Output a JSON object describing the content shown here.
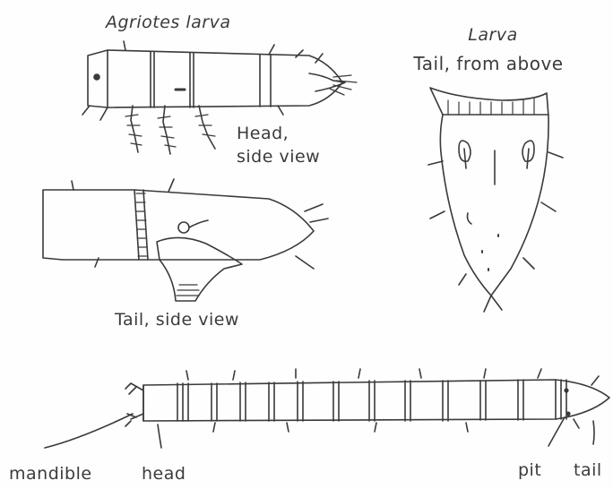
{
  "figure": {
    "ink_color": "#3a3a3a",
    "paper_color": "#fefefe",
    "labels": {
      "agriotes_larva": "Agriotes larva",
      "larva": "Larva",
      "tail_from_above": "Tail, from above",
      "head_side_view_1": "Head,",
      "head_side_view_2": "side view",
      "tail_side_view": "Tail, side view",
      "mandible": "mandible",
      "head": "head",
      "pit": "pit",
      "tail": "tail"
    }
  }
}
